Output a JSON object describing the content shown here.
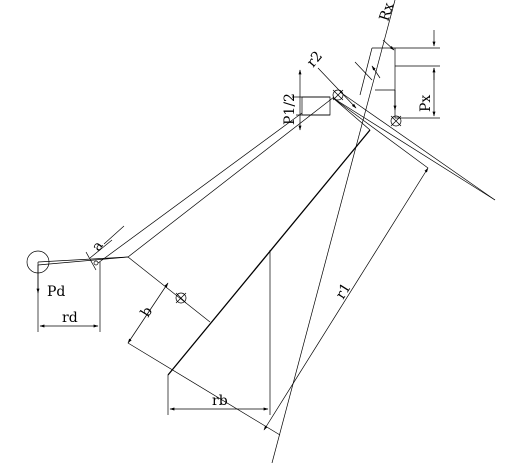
{
  "labels": {
    "rx": "Rx",
    "r2": "r2",
    "p1_half": "P1/2",
    "px": "Px",
    "a": "a",
    "pd": "Pd",
    "rd": "rd",
    "b": "b",
    "rb": "rb",
    "r1": "r1"
  },
  "colors": {
    "line": "#000000",
    "background": "#ffffff"
  }
}
